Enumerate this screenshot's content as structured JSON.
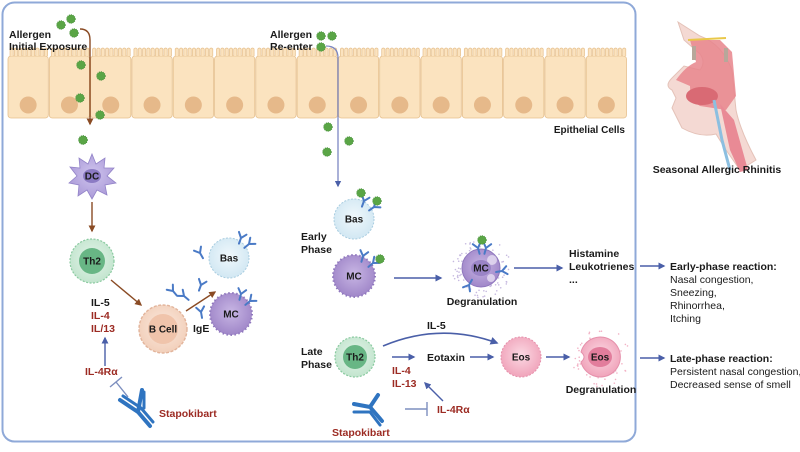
{
  "title": "Seasonal Allergic Rhinitis",
  "colors": {
    "panel_border": "#8fa9d8",
    "epithelium_fill": "#fbe3bf",
    "epithelium_stroke": "#e6c08e",
    "nucleus": "#e6b98a",
    "allergen": "#5aa546",
    "brown_arrow": "#8a4b24",
    "blue_arrow": "#4a5fa8",
    "inhibitor": "#9c2b23",
    "antibody": "#2f74c0",
    "dc": "#b6a8de",
    "th2": "#7cc49b",
    "bcell": "#f3cdb6",
    "basophil": "#d9ecf5",
    "mast_cell": "#a98fcf",
    "eosinophil": "#f1a9bd"
  },
  "labels": {
    "allergen_initial": [
      "Allergen",
      "Initial Exposure"
    ],
    "allergen_reenter": [
      "Allergen",
      "Re-enter"
    ],
    "epithelial_cells": "Epithelial Cells",
    "seasonal": "Seasonal Allergic Rhinitis",
    "early_phase": [
      "Early",
      "Phase"
    ],
    "late_phase": [
      "Late",
      "Phase"
    ],
    "degranulation_mc": "Degranulation",
    "degranulation_eos": "Degranulation",
    "mediators": [
      "Histamine",
      "Leukotrienes",
      "..."
    ],
    "eotaxin": "Eotaxin",
    "il5_top": "IL-5",
    "il5_left": "IL-5",
    "il4_left": "IL-4",
    "il13_left": "IL/13",
    "il4_late": "IL-4",
    "il13_late": "IL-13",
    "il4ra_left": "IL-4Rα",
    "il4ra_late": "IL-4Rα",
    "stapokibart_left": "Stapokibart",
    "stapokibart_late": "Stapokibart",
    "ige": "IgE"
  },
  "cells": {
    "dc": "DC",
    "th2_initial": "Th2",
    "bcell": "B Cell",
    "bas_initial": "Bas",
    "mc_initial": "MC",
    "bas_early": "Bas",
    "mc_early": "MC",
    "mc_degran": "MC",
    "th2_late": "Th2",
    "eos": "Eos",
    "eos_degran": "Eos"
  },
  "reactions": {
    "early": {
      "title": "Early-phase reaction:",
      "items": [
        "Nasal congestion,",
        "Sneezing,",
        "Rhinorrhea,",
        "Itching"
      ]
    },
    "late": {
      "title": "Late-phase reaction:",
      "items": [
        "Persistent nasal congestion,",
        "Decreased sense of smell"
      ]
    }
  }
}
